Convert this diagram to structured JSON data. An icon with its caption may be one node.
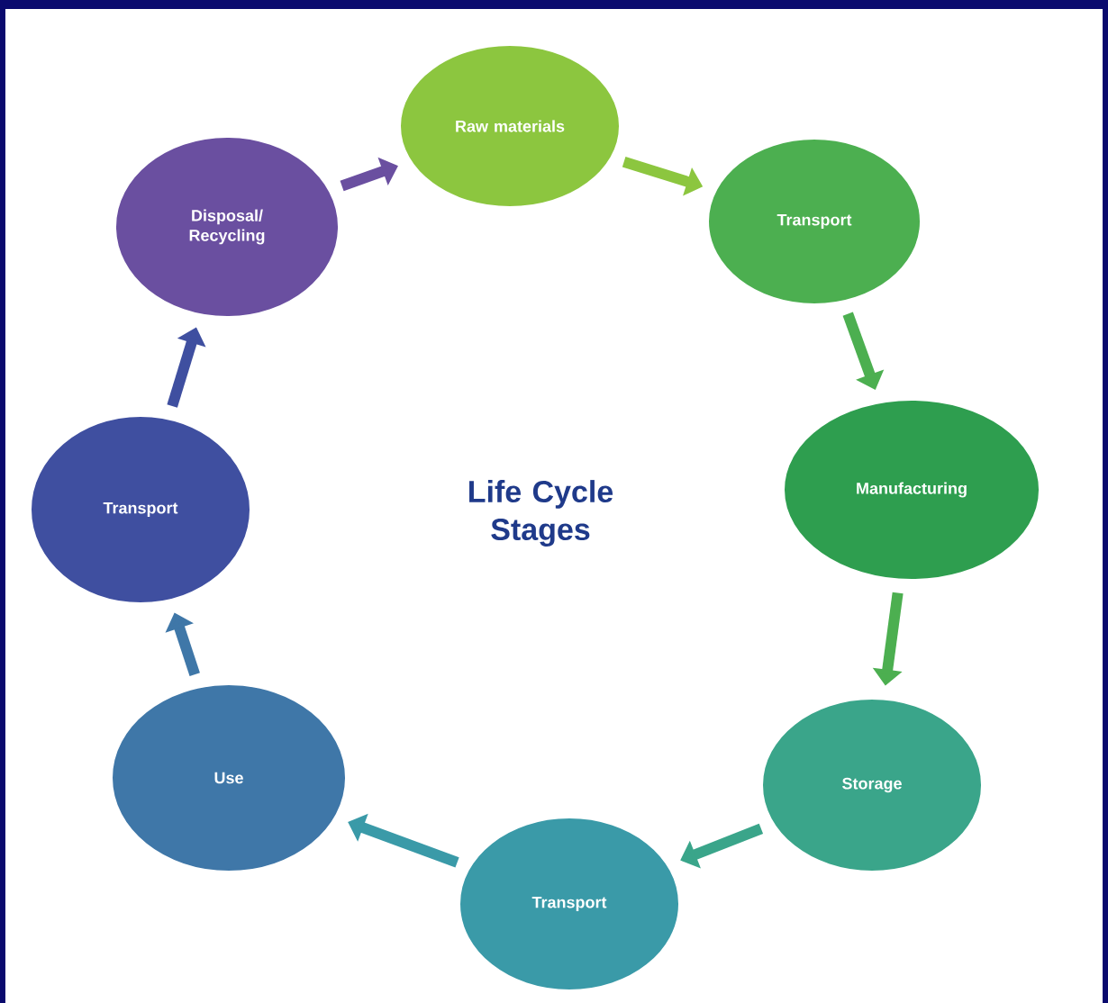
{
  "diagram": {
    "nodes": [
      {
        "text": [
          "Raw materials"
        ]
      },
      {
        "text": [
          "Transport"
        ]
      },
      {
        "text": [
          "Manufacturing"
        ]
      },
      {
        "text": [
          "Storage"
        ]
      },
      {
        "text": [
          "Transport"
        ]
      },
      {
        "text": [
          "Use"
        ]
      },
      {
        "text": [
          "Transport"
        ]
      },
      {
        "text": [
          "Disposal/ Recycling"
        ]
      }
    ],
    "edges": [
      {
        "from": 0,
        "to": 1,
        "arrow": "to",
        "color": "#8cc63f"
      },
      {
        "from": 1,
        "to": 2,
        "arrow": "to"
      },
      {
        "from": 2,
        "to": 3,
        "arrow": "to"
      },
      {
        "from": 3,
        "to": 4,
        "arrow": "to",
        "color": "#3aa58a"
      },
      {
        "from": 4,
        "to": 5,
        "arrow": "to",
        "color": "#3a9aa8"
      },
      {
        "from": 5,
        "to": 6,
        "arrow": "to",
        "color": "#3f77a8"
      },
      {
        "from": 6,
        "to": 7,
        "arrow": "to",
        "color": "#3f4fa0"
      },
      {
        "from": 7,
        "to": 0,
        "arrow": "to",
        "color": "#6a4fa0"
      }
    ],
    "labels": [
      "Life Cycle Stages"
    ]
  }
}
